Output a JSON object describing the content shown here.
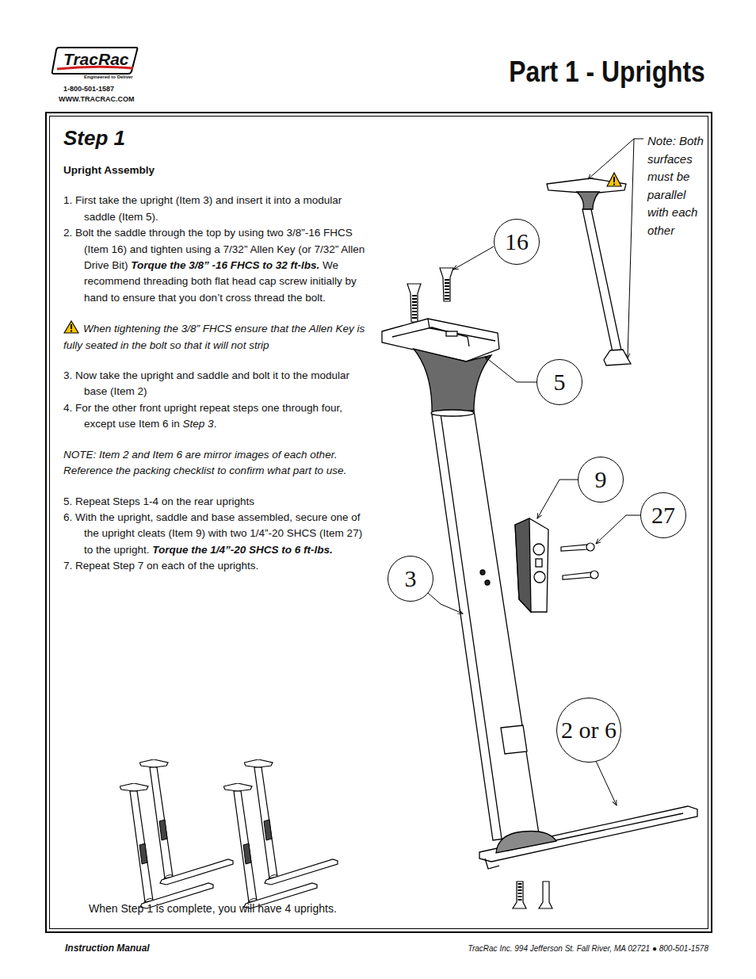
{
  "diagram": {
    "title": "Part 1 - Uprights",
    "caption": "When Step 1 is complete, you will have 4 uprights.",
    "nodes": [
      {
        "text": [
          "Step 1",
          "Upright Assembly",
          "1. First take the upright (Item 3) and insert it into a modular saddle (Item 5).",
          "2. Bolt the saddle through the top by using two 3/8”-16 FHCS (Item 16) and tighten using a 7/32” Allen Key (or 7/32” Allen Drive Bit)",
          "Torque the 3/8” -16 FHCS to 32 ft-lbs.",
          "We recommend threading both flat head cap screw initially by hand to ensure that you don’t cross thread the bolt.",
          "When tightening the 3/8” FHCS ensure that the Allen Key is fully seated in the bolt so that it will not strip",
          "3. Now take the upright and saddle and bolt it to the modular base (Item 2)",
          "4. For the other front upright repeat steps one through four, except use Item 6 in",
          "Step 3",
          ".",
          "NOTE: Item 2 and Item 6 are mirror images of each other. Reference the packing checklist to confirm what part to use.",
          "5. Repeat Steps 1-4 on the rear uprights",
          "6. With the upright, saddle and base assembled, secure one of the upright cleats (Item 9) with two 1/4”-20 SHCS (Item 27) to the upright.",
          "Torque the 1/4”-20 SHCS to 6 ft-lbs.",
          "7. Repeat Step 7 on each of the uprights."
        ]
      },
      {
        "text": [
          "16"
        ],
        "in": 0
      },
      {
        "text": [
          "5"
        ],
        "in": 0
      },
      {
        "text": [
          "9"
        ],
        "in": 0
      },
      {
        "text": [
          "27"
        ],
        "in": 0
      },
      {
        "text": [
          "3"
        ],
        "in": 0
      },
      {
        "text": [
          "2 or 6"
        ],
        "in": 0
      }
    ],
    "labels": [
      "TracRac",
      "Engineered to Deliver",
      "1-800-501-1587",
      "WWW.TRACRAC.COM",
      "Note: Both surfaces must be parallel with each other",
      "Instruction Manual",
      "TracRac Inc. 994 Jefferson St. Fall River, MA 02721 ● 800-501-1578"
    ]
  }
}
